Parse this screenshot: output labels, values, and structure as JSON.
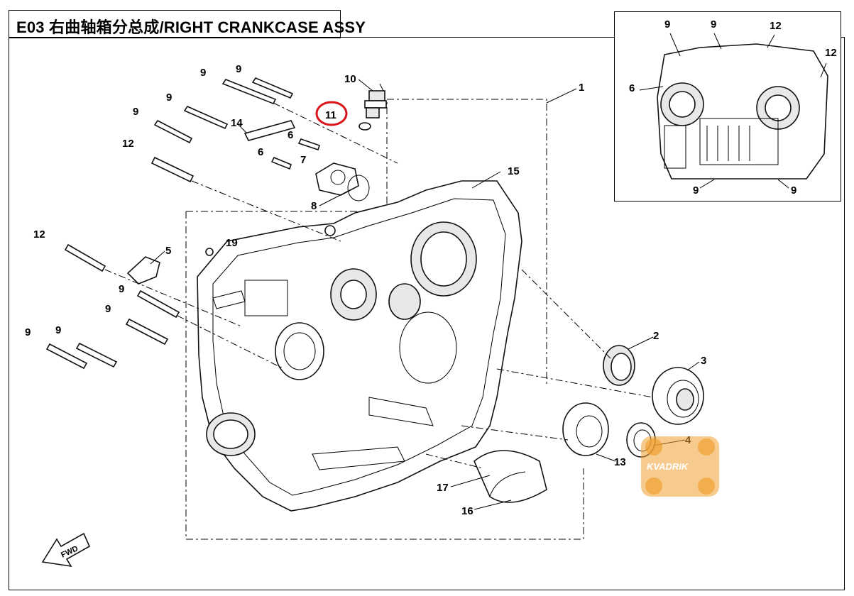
{
  "title": "E03 右曲轴箱分总成/RIGHT CRANKCASE ASSY",
  "callouts": {
    "c1": "1",
    "c2": "2",
    "c3": "3",
    "c4": "4",
    "c5": "5",
    "c6a": "6",
    "c6b": "6",
    "c7": "7",
    "c8": "8",
    "c9a": "9",
    "c9b": "9",
    "c9c": "9",
    "c9d": "9",
    "c9e": "9",
    "c9f": "9",
    "c9g": "9",
    "c10": "10",
    "c11": "11",
    "c12a": "12",
    "c12b": "12",
    "c13": "13",
    "c14": "14",
    "c15": "15",
    "c16": "16",
    "c17": "17",
    "c19": "19"
  },
  "inset_callouts": {
    "i9a": "9",
    "i9b": "9",
    "i12a": "12",
    "i12b": "12",
    "i6": "6",
    "i9c": "9",
    "i9d": "9"
  },
  "fwd_label": "FWD",
  "watermark": {
    "brand": "KVADRIK"
  },
  "colors": {
    "highlight_circle": "#d9141b",
    "watermark": "#f0a030",
    "line": "#000000"
  }
}
